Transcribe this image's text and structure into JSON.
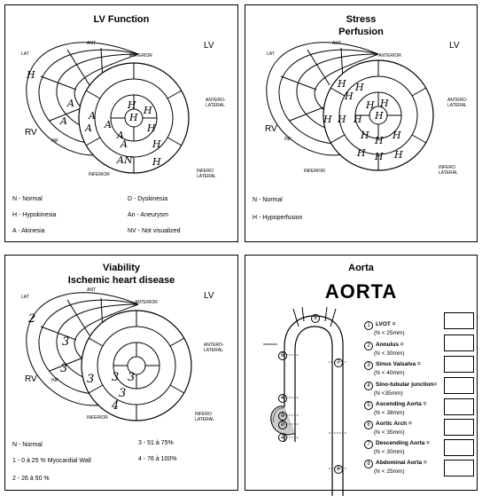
{
  "panels": {
    "lv": {
      "title": "LV Function",
      "labels": {
        "lat": "LAT",
        "ant": "ANT",
        "anterior": "ANTERIOR",
        "lv": "LV",
        "rv": "RV",
        "inf": "INF",
        "anterolateral": "ANTERO-\nLATERAL",
        "inferior": "INFERIOR",
        "inferolateral": "INFERO\nLATERAL"
      },
      "marks": [
        "H",
        "A",
        "A",
        "A",
        "H",
        "H",
        "A",
        "H",
        "A",
        "H",
        "A",
        "H",
        "AN",
        "H",
        "A"
      ],
      "legend": {
        "n": "N - Normal",
        "h": "H - Hypokinesia",
        "a": "A - Akinesia",
        "d": "D - Dyskinesia",
        "an": "An - Aneurysm",
        "nv": "NV - Not visualized"
      }
    },
    "stress": {
      "title": "Stress",
      "subtitle": "Perfusion",
      "labels": {
        "lat": "LAT",
        "ant": "ANT",
        "anterior": "ANTERIOR",
        "lv": "LV",
        "rv": "RV",
        "inf": "INF",
        "anterolateral": "ANTERO-\nLATERAL",
        "inferior": "INFERIOR",
        "inferolateral": "INFERO\nLATERAL"
      },
      "marks": [
        "H",
        "H",
        "H",
        "H",
        "H",
        "H",
        "H",
        "H",
        "H",
        "H",
        "H",
        "H",
        "H",
        "H",
        "H"
      ],
      "legend": {
        "n": "N - Normal",
        "h": "H - Hypoperfusion"
      }
    },
    "viability": {
      "title": "Viability",
      "subtitle": "Ischemic heart disease",
      "labels": {
        "lat": "LAT",
        "ant": "ANT",
        "anterior": "ANTERIOR",
        "lv": "LV",
        "rv": "RV",
        "inf": "INF",
        "anterolateral": "ANTERO-\nLATERAL",
        "inferior": "INFERIOR",
        "inferolateral": "INFERO\nLATERAL"
      },
      "marks": [
        "2",
        "3",
        "3",
        "3",
        "3",
        "3",
        "3",
        "4"
      ],
      "legend": {
        "n": "N - Normal",
        "l1": "1 - 0 à 25 % Myocardial Wall",
        "l2": "2 - 26 à 50 %",
        "l3": "3 - 51 à 75%",
        "l4": "4 - 76 à 100%"
      }
    },
    "aorta": {
      "title": "Aorta",
      "heading": "AORTA",
      "items": [
        {
          "n": "1",
          "name": "LVOT =",
          "range": "(N < 25mm)"
        },
        {
          "n": "2",
          "name": "Annulus =",
          "range": "(N < 30mm)"
        },
        {
          "n": "3",
          "name": "Sinus Valsalva =",
          "range": "(N < 40mm)"
        },
        {
          "n": "4",
          "name": "Sino-tubular junction=",
          "range": "(N <35mm)"
        },
        {
          "n": "5",
          "name": "Ascending Aorta =",
          "range": "(N < 38mm)"
        },
        {
          "n": "6",
          "name": "Aortic Arch =",
          "range": "(N < 35mm)"
        },
        {
          "n": "7",
          "name": "Descending Aorta =",
          "range": "(N < 30mm)"
        },
        {
          "n": "8",
          "name": "Abdominal Aorta =",
          "range": "(N < 25mm)"
        }
      ],
      "diagram_marks": [
        "6",
        "5",
        "7",
        "4",
        "3",
        "2",
        "1",
        "8"
      ]
    }
  }
}
